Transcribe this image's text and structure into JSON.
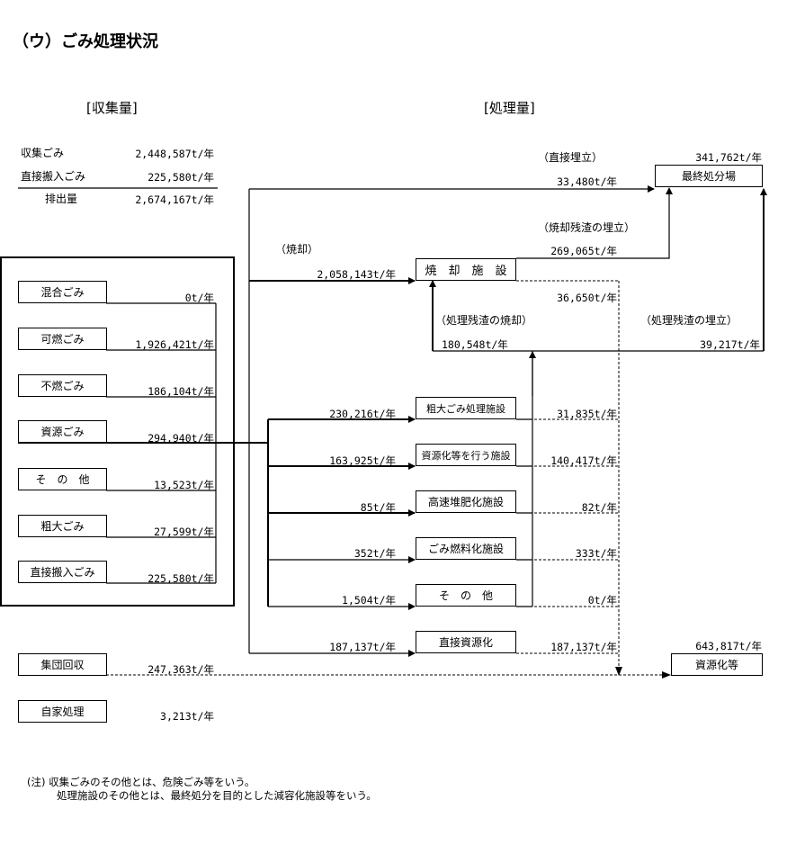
{
  "title": "（ウ）ごみ処理状況",
  "headers": {
    "collection": "[収集量]",
    "processing": "[処理量]"
  },
  "summary": [
    {
      "label": "収集ごみ",
      "value": "2,448,587t/年"
    },
    {
      "label": "直接搬入ごみ",
      "value": "225,580t/年"
    },
    {
      "label": "排出量",
      "value": "2,674,167t/年"
    }
  ],
  "collected": [
    {
      "label": "混合ごみ",
      "value": "0t/年"
    },
    {
      "label": "可燃ごみ",
      "value": "1,926,421t/年"
    },
    {
      "label": "不燃ごみ",
      "value": "186,104t/年"
    },
    {
      "label": "資源ごみ",
      "value": "294,940t/年"
    },
    {
      "label": "そ　の　他",
      "value": "13,523t/年"
    },
    {
      "label": "粗大ごみ",
      "value": "27,599t/年"
    },
    {
      "label": "直接搬入ごみ",
      "value": "225,580t/年"
    }
  ],
  "other_sources": [
    {
      "label": "集団回収",
      "value": "247,363t/年"
    },
    {
      "label": "自家処理",
      "value": "3,213t/年"
    }
  ],
  "facilities": [
    {
      "label": "焼　却　施　設",
      "input": "2,058,143t/年",
      "output": "36,650t/年"
    },
    {
      "label": "粗大ごみ処理施設",
      "input": "230,216t/年",
      "output": "31,835t/年"
    },
    {
      "label": "資源化等を行う施設",
      "input": "163,925t/年",
      "output": "140,417t/年"
    },
    {
      "label": "高速堆肥化施設",
      "input": "85t/年",
      "output": "82t/年"
    },
    {
      "label": "ごみ燃料化施設",
      "input": "352t/年",
      "output": "333t/年"
    },
    {
      "label": "そ　の　他",
      "input": "1,504t/年",
      "output": "0t/年"
    },
    {
      "label": "直接資源化",
      "input": "187,137t/年",
      "output": "187,137t/年"
    }
  ],
  "flows": {
    "incineration": {
      "label": "（焼却）"
    },
    "direct_landfill": {
      "label": "（直接埋立）",
      "value": "33,480t/年"
    },
    "ash_landfill": {
      "label": "（焼却残渣の埋立）",
      "value": "269,065t/年"
    },
    "residue_incineration": {
      "label": "（処理残渣の焼却）",
      "value": "180,548t/年"
    },
    "residue_landfill": {
      "label": "（処理残渣の埋立）",
      "value": "39,217t/年"
    }
  },
  "destinations": {
    "landfill": {
      "label": "最終処分場",
      "value": "341,762t/年"
    },
    "recycling": {
      "label": "資源化等",
      "value": "643,817t/年"
    }
  },
  "notes": [
    "(注) 収集ごみのその他とは、危険ごみ等をいう。",
    "処理施設のその他とは、最終処分を目的とした減容化施設等をいう。"
  ]
}
